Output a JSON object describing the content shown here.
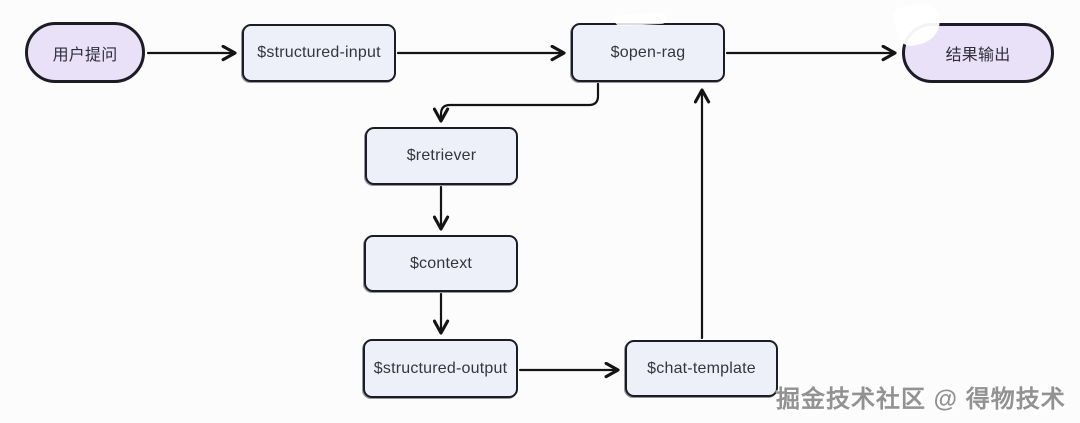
{
  "diagram": {
    "type": "flowchart",
    "background": "#fcfcfc",
    "colors": {
      "pill_fill": "#e9e1f7",
      "rect_fill": "#eef0f9",
      "border": "#1c1c24",
      "arrow": "#141414",
      "text": "#35353f",
      "watermark_text": "#8c8c8c"
    },
    "nodes": [
      {
        "id": "user-question",
        "label": "用户提问",
        "shape": "pill"
      },
      {
        "id": "structured-input",
        "label": "$structured-input",
        "shape": "rect"
      },
      {
        "id": "open-rag",
        "label": "$open-rag",
        "shape": "rect"
      },
      {
        "id": "result-output",
        "label": "结果输出",
        "shape": "pill"
      },
      {
        "id": "retriever",
        "label": "$retriever",
        "shape": "rect"
      },
      {
        "id": "context",
        "label": "$context",
        "shape": "rect"
      },
      {
        "id": "structured-output",
        "label": "$structured-output",
        "shape": "rect"
      },
      {
        "id": "chat-template",
        "label": "$chat-template",
        "shape": "rect"
      }
    ],
    "edges": [
      {
        "from": "user-question",
        "to": "structured-input",
        "style": "straight-right"
      },
      {
        "from": "structured-input",
        "to": "open-rag",
        "style": "straight-right"
      },
      {
        "from": "open-rag",
        "to": "result-output",
        "style": "straight-right"
      },
      {
        "from": "open-rag",
        "to": "retriever",
        "style": "elbow-down-left-down"
      },
      {
        "from": "retriever",
        "to": "context",
        "style": "straight-down"
      },
      {
        "from": "context",
        "to": "structured-output",
        "style": "straight-down"
      },
      {
        "from": "structured-output",
        "to": "chat-template",
        "style": "straight-right"
      },
      {
        "from": "chat-template",
        "to": "open-rag",
        "style": "straight-up"
      }
    ],
    "watermark": "掘金技术社区 @ 得物技术"
  }
}
